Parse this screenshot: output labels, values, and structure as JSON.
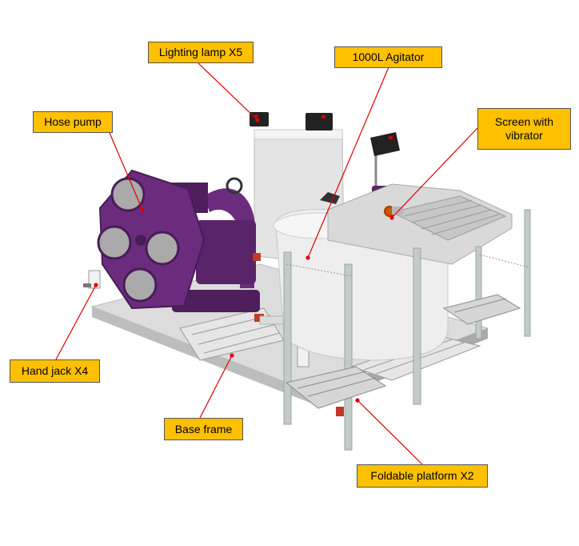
{
  "diagram": {
    "callouts": [
      {
        "id": "lighting-lamp",
        "text": "Lighting lamp X5"
      },
      {
        "id": "agitator",
        "text": "1000L Agitator"
      },
      {
        "id": "hose-pump",
        "text": "Hose pump"
      },
      {
        "id": "screen-vibrator",
        "text": "Screen with\nvibrator"
      },
      {
        "id": "hand-jack",
        "text": "Hand jack X4"
      },
      {
        "id": "base-frame",
        "text": "Base frame"
      },
      {
        "id": "foldable-platform",
        "text": "Foldable platform X2"
      }
    ],
    "colors": {
      "callout_fill": "#FFC000",
      "leader_line": "#E00000",
      "pump_body": "#6B2C7E",
      "tank": "#EDEDED",
      "frame": "#CFCFCF"
    }
  }
}
